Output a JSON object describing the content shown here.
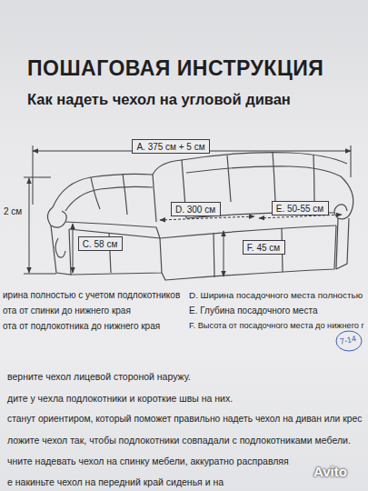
{
  "diagram": {
    "title": "ПОШАГОВАЯ ИНСТРУКЦИЯ",
    "nodes": [
      {
        "text": [
          "A. 375 см + 5 см"
        ]
      },
      {
        "text": [
          "D. 300 см"
        ]
      },
      {
        "text": [
          "E. 50-55 см"
        ]
      },
      {
        "text": [
          "C. 58 см"
        ]
      },
      {
        "text": [
          "F. 45 см"
        ]
      }
    ],
    "labels": [
      "Как надеть чехол на угловой диван",
      "2 см",
      "ирина полностью с учетом подлокотников",
      "ота от спинки до нижнего края",
      "ота от подлокотника до нижнего края",
      "D. Ширина посадочного места полностью",
      "E. Глубина посадочного места",
      "F. Высота от посадочного места до нижнего г",
      "верните чехол лицевой стороной наружу.",
      "дите у чехла подлокотники и короткие швы на них.",
      "станут ориентиром, который поможет правильно надеть чехол на диван или крес",
      "ложите чехол так, чтобы подлокотники совпадали с подлокотниками мебели.",
      "чните надевать чехол на спинку мебели, аккуратно расправляя",
      "е накиньте чехол на передний край сиденья и на",
      "7-14",
      "Avito"
    ]
  }
}
